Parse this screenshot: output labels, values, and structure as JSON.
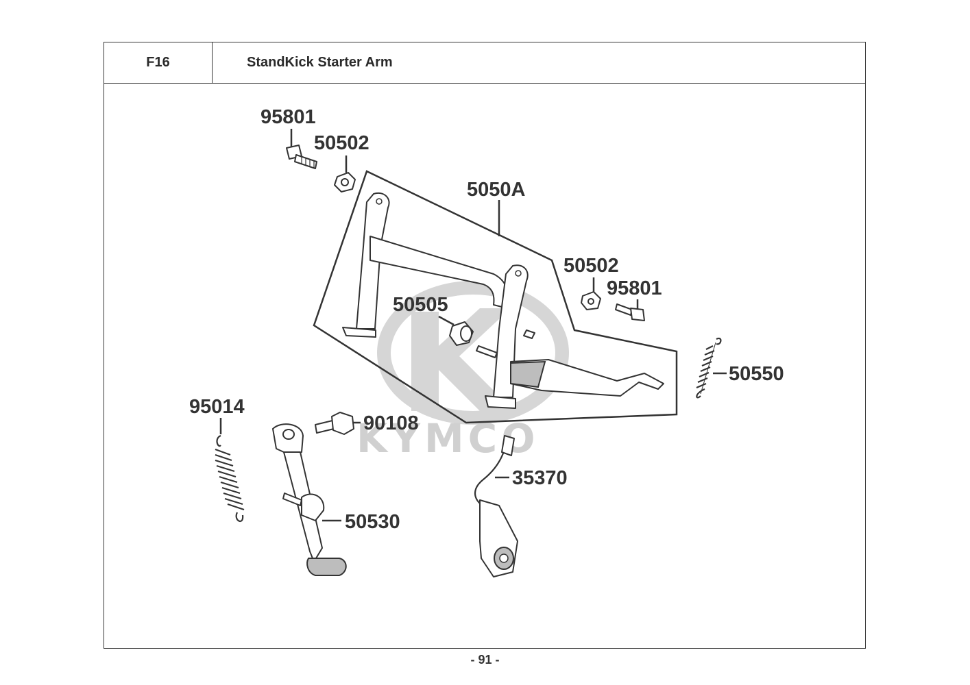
{
  "header": {
    "code": "F16",
    "title": "StandKick Starter Arm"
  },
  "watermark": "KYMCO",
  "labels": {
    "p95801_top": "95801",
    "p50502_top": "50502",
    "p5050A": "5050A",
    "p50502_right": "50502",
    "p95801_right": "95801",
    "p50505": "50505",
    "p50550": "50550",
    "p95014": "95014",
    "p90108": "90108",
    "p35370": "35370",
    "p50530": "50530"
  },
  "footer": {
    "page_number": "- 91 -"
  }
}
